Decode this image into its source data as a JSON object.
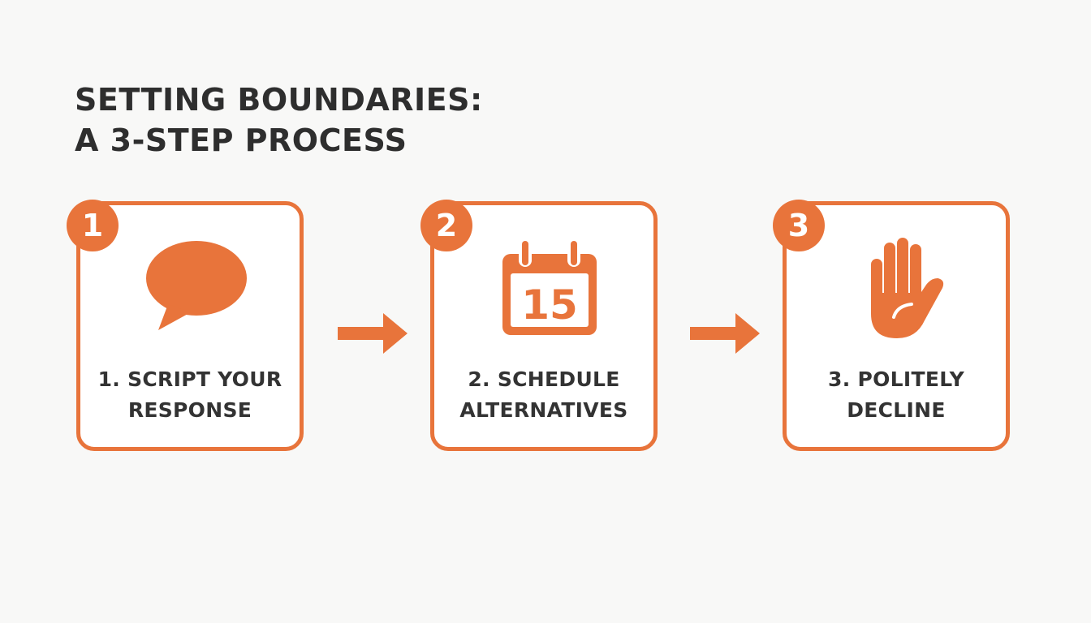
{
  "title": {
    "line1": "SETTING BOUNDARIES:",
    "line2": "A 3-STEP PROCESS"
  },
  "colors": {
    "accent": "#e8743b",
    "text": "#2e2e2e",
    "background": "#f8f8f7"
  },
  "steps": [
    {
      "badge": "1",
      "icon": "speech-bubble-icon",
      "label_line1": "1. SCRIPT YOUR",
      "label_line2": "RESPONSE"
    },
    {
      "badge": "2",
      "icon": "calendar-icon",
      "calendar_day": "15",
      "label_line1": "2. SCHEDULE",
      "label_line2": "ALTERNATIVES"
    },
    {
      "badge": "3",
      "icon": "raised-hand-icon",
      "label_line1": "3. POLITELY",
      "label_line2": "DECLINE"
    }
  ],
  "connectors": [
    "arrow-right-icon",
    "arrow-right-icon"
  ]
}
